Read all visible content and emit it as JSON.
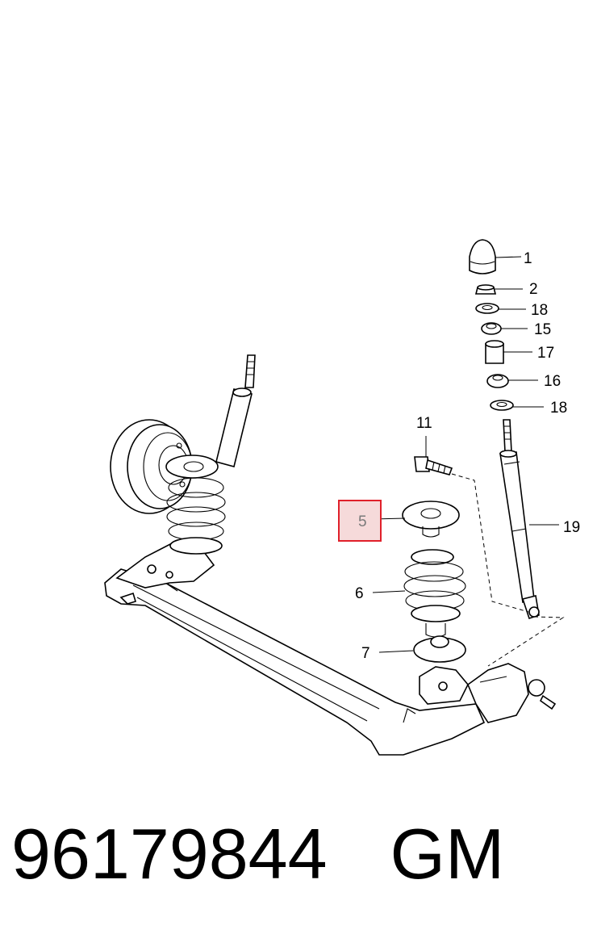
{
  "diagram": {
    "callouts": {
      "c1": "1",
      "c2": "2",
      "c18a": "18",
      "c15": "15",
      "c17": "17",
      "c16": "16",
      "c18b": "18",
      "c11": "11",
      "c5": "5",
      "c19": "19",
      "c6": "6",
      "c7": "7"
    },
    "highlighted_part": "5",
    "highlight_color": "#e0202a"
  },
  "caption": {
    "part_number": "96179844",
    "brand": "GM"
  }
}
